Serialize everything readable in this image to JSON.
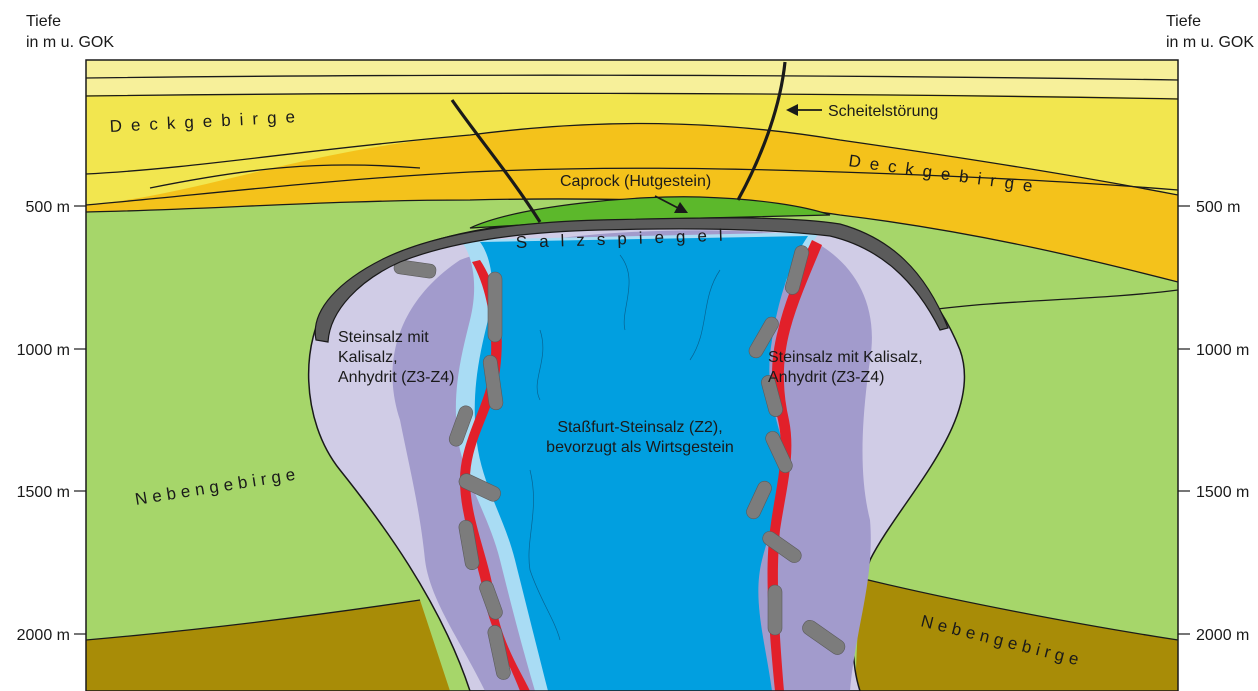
{
  "axis": {
    "left_title_1": "Tiefe",
    "left_title_2": "in m u. GOK",
    "right_title_1": "Tiefe",
    "right_title_2": "in m u. GOK",
    "ticks": [
      "500 m",
      "1000 m",
      "1500 m",
      "2000 m"
    ]
  },
  "labels": {
    "deckgebirge": "Deckgebirge",
    "nebengebirge": "Nebengebirge",
    "scheitelstoerung": "Scheitelstörung",
    "caprock": "Caprock (Hutgestein)",
    "salzspiegel": "Salzspiegel",
    "left_flank_1": "Steinsalz mit",
    "left_flank_2": "Kalisalz,",
    "left_flank_3": "Anhydrit (Z3-Z4)",
    "right_flank_1": "Steinsalz mit Kalisalz,",
    "right_flank_2": "Anhydrit (Z3-Z4)",
    "core_1": "Staßfurt-Steinsalz (Z2),",
    "core_2": "bevorzugt als Wirtsgestein"
  },
  "colors": {
    "deck_light": "#f7f09a",
    "deck_yellow": "#f2e64f",
    "deck_orange": "#f4c21b",
    "neben_green": "#a6d66a",
    "neben_brown": "#a88c07",
    "caprock": "#5cb82b",
    "salzspiegel": "#5b5b5b",
    "flank_light": "#d0cce6",
    "flank_purple": "#a29bcc",
    "core_blue": "#019fe0",
    "halo_blue": "#a9dcf4",
    "red_band": "#e2202a",
    "anhydrite": "#7c7c7c"
  }
}
